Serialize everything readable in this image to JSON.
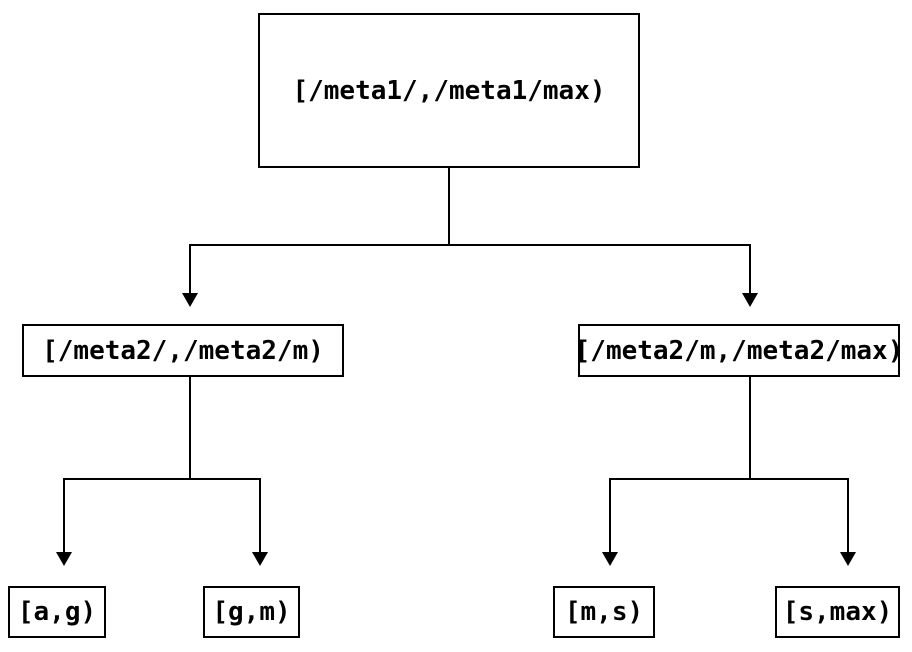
{
  "diagram": {
    "type": "tree",
    "colors": {
      "background": "#ffffff",
      "line": "#000000",
      "text": "#000000"
    },
    "nodes": {
      "root": {
        "label": "[/meta1/,/meta1/max)"
      },
      "meta2_low": {
        "label": "[/meta2/,/meta2/m)"
      },
      "meta2_high": {
        "label": "[/meta2/m,/meta2/max)"
      },
      "leaf_ag": {
        "label": "[a,g)"
      },
      "leaf_gm": {
        "label": "[g,m)"
      },
      "leaf_ms": {
        "label": "[m,s)"
      },
      "leaf_smax": {
        "label": "[s,max)"
      }
    },
    "edges": [
      {
        "from": "root",
        "to": "meta2_low"
      },
      {
        "from": "root",
        "to": "meta2_high"
      },
      {
        "from": "meta2_low",
        "to": "leaf_ag"
      },
      {
        "from": "meta2_low",
        "to": "leaf_gm"
      },
      {
        "from": "meta2_high",
        "to": "leaf_ms"
      },
      {
        "from": "meta2_high",
        "to": "leaf_smax"
      }
    ]
  }
}
